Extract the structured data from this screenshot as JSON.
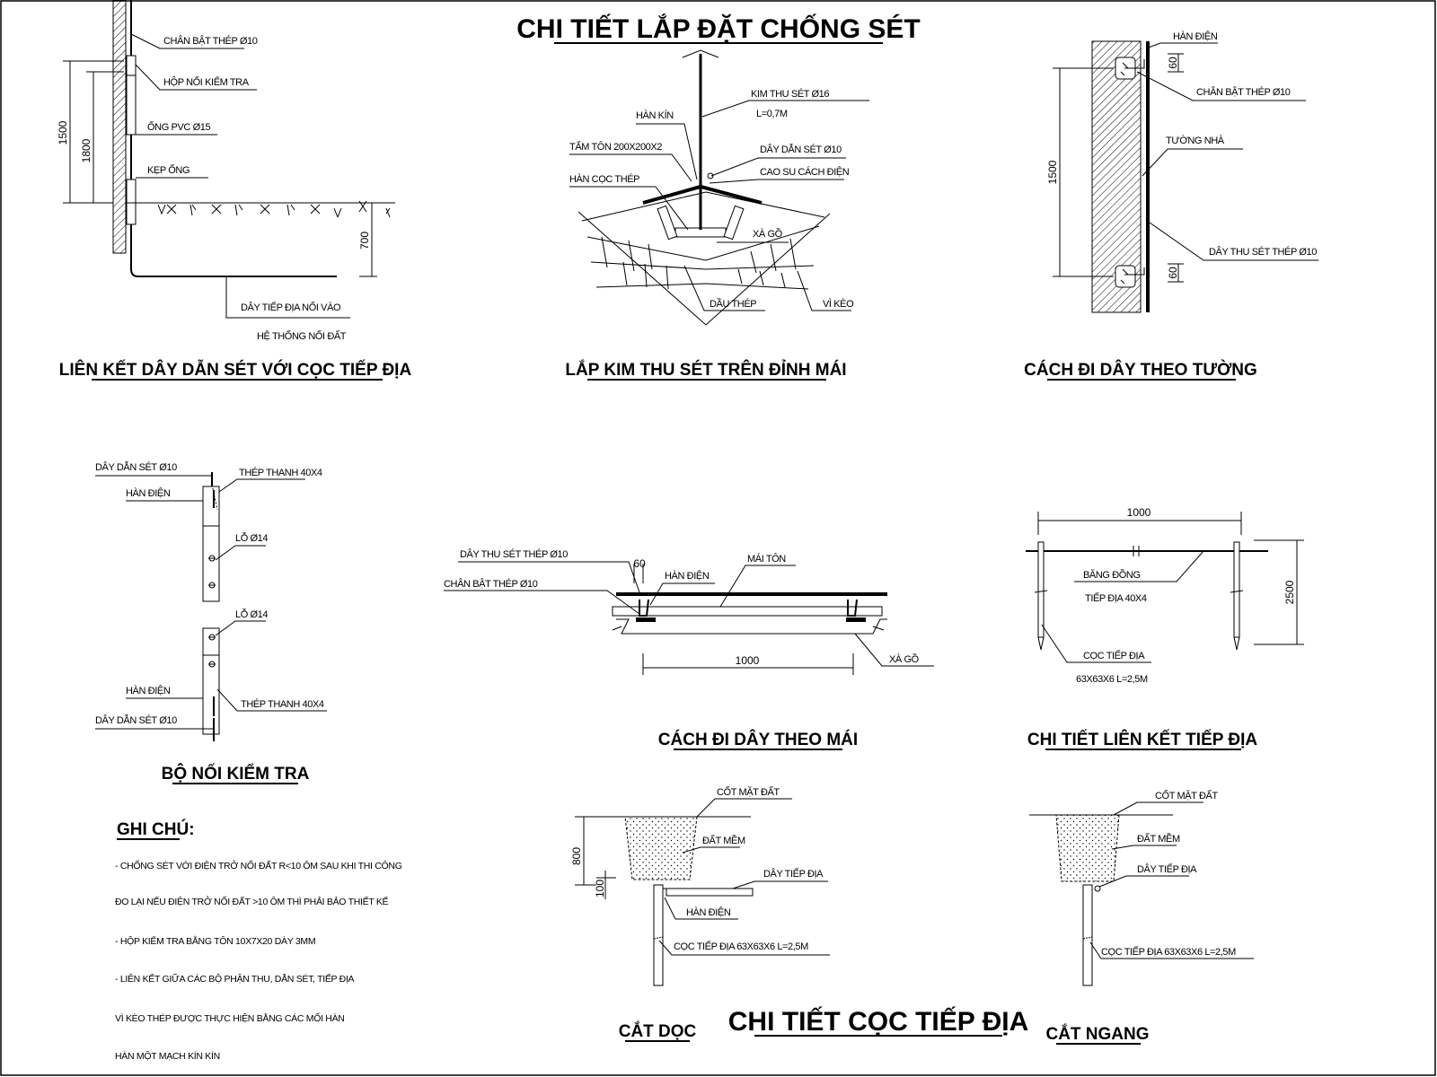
{
  "main_title": "CHI TIẾT LẮP ĐẶT CHỐNG SÉT",
  "bottom_title": "CHI TIẾT CỌC TIẾP ĐỊA",
  "section_titles": {
    "grounding_link": "LIÊN KẾT DÂY DẪN SÉT VỚI CỌC TIẾP ĐỊA",
    "roof_rod": "LẮP KIM THU SÉT TRÊN ĐỈNH MÁI",
    "wall_route": "CÁCH ĐI DÂY THEO TƯỜNG",
    "test_box": "BỘ NỐI KIỂM TRA",
    "roof_route": "CÁCH ĐI DÂY THEO MÁI",
    "ground_detail": "CHI TIẾT LIÊN KẾT TIẾP ĐỊA",
    "long_section": "CẮT DỌC",
    "cross_section": "CẮT NGANG"
  },
  "labels": {
    "gl_bracket": "CHÂN BẬT THÉP Ø10",
    "gl_box": "HỘP NỐI KIỂM TRA",
    "gl_pipe": "ỐNG PVC Ø15",
    "gl_clamp": "KẸP ỐNG",
    "gl_wire1": "DÂY TIẾP ĐỊA NỐI VÀO",
    "gl_wire2": "HỆ THỐNG NỐI ĐẤT",
    "rr_weld": "HÀN KÍN",
    "rr_plate": "TẤM TÔN 200X200X2",
    "rr_stake": "HÀN CỌC THÉP",
    "rr_rod1": "KIM THU SÉT Ø16",
    "rr_rod2": "L=0,7M",
    "rr_wire": "DÂY DẪN SÉT Ø10",
    "rr_rubber": "CAO SU CÁCH ĐIỆN",
    "rr_purlin": "XÀ GỒ",
    "rr_steel": "DẦU THÉP",
    "rr_truss": "VÌ KÈO",
    "wr_weld": "HÀN ĐIỆN",
    "wr_bracket": "CHÂN BẬT THÉP Ø10",
    "wr_wall": "TƯỜNG NHÀ",
    "wr_wire": "DÂY THU SÉT THÉP Ø10",
    "tb_wire_top": "DÂY DẪN SÉT Ø10",
    "tb_strip_top": "THÉP THANH 40X4",
    "tb_weld_top": "HÀN ĐIỆN",
    "tb_hole_top": "LỖ Ø14",
    "tb_hole_bot": "LỖ Ø14",
    "tb_weld_bot": "HÀN ĐIỆN",
    "tb_strip_bot": "THÉP THANH 40X4",
    "tb_wire_bot": "DÂY DẪN SÉT Ø10",
    "mr_wire": "DÂY THU SÉT THÉP Ø10",
    "mr_bracket": "CHÂN BẬT THÉP Ø10",
    "mr_weld": "HÀN ĐIỆN",
    "mr_roof": "MÁI TÔN",
    "mr_purlin": "XÀ GỒ",
    "gd_strip": "BĂNG ĐỒNG",
    "gd_strip2": "TIẾP ĐỊA 40X4",
    "gd_pile": "CỌC TIẾP ĐỊA",
    "gd_pile_size": "63X63X6 L=2,5M",
    "ld_ground": "CỐT MẶT ĐẤT",
    "ld_soil": "ĐẤT MỀM",
    "ld_wire": "DÂY TIẾP ĐỊA",
    "ld_weld": "HÀN ĐIỆN",
    "ld_pile": "CỌC TIẾP ĐỊA 63X63X6 L=2,5M",
    "cs_ground": "CỐT MẶT ĐẤT",
    "cs_soil": "ĐẤT MỀM",
    "cs_wire": "DÂY TIẾP ĐỊA",
    "cs_pile": "CỌC TIẾP ĐỊA 63X63X6 L=2,5M"
  },
  "dimensions": {
    "gl_1500": "1500",
    "gl_1800": "1800",
    "gl_700": "700",
    "wr_1500": "1500",
    "wr_60_top": "60",
    "wr_60_bot": "60",
    "mr_60": "60",
    "mr_1000": "1000",
    "gd_1000": "1000",
    "gd_2500": "2500",
    "ld_800": "800",
    "ld_100": "100"
  },
  "notes": {
    "heading": "GHI CHÚ:",
    "lines": [
      "- CHỐNG SÉT VỚI ĐIỆN TRỞ NỐI ĐẤT R<10 ÔM SAU KHI THI CÔNG",
      "ĐO LẠI NẾU ĐIỆN TRỞ NỐI ĐẤT >10 ÔM THÌ PHẢI BẢO THIẾT KẾ",
      "- HỘP KIỂM TRA BẰNG TÔN 10X7X20 DÀY 3MM",
      "- LIÊN KẾT GIỮA CÁC BỘ PHẬN THU, DẪN SÉT, TIẾP ĐỊA",
      "VÌ KÈO THÉP ĐƯỢC THỰC HIỆN BẰNG CÁC MỐI HÀN",
      "HÀN MỘT MẠCH KÍN KÍN"
    ]
  }
}
